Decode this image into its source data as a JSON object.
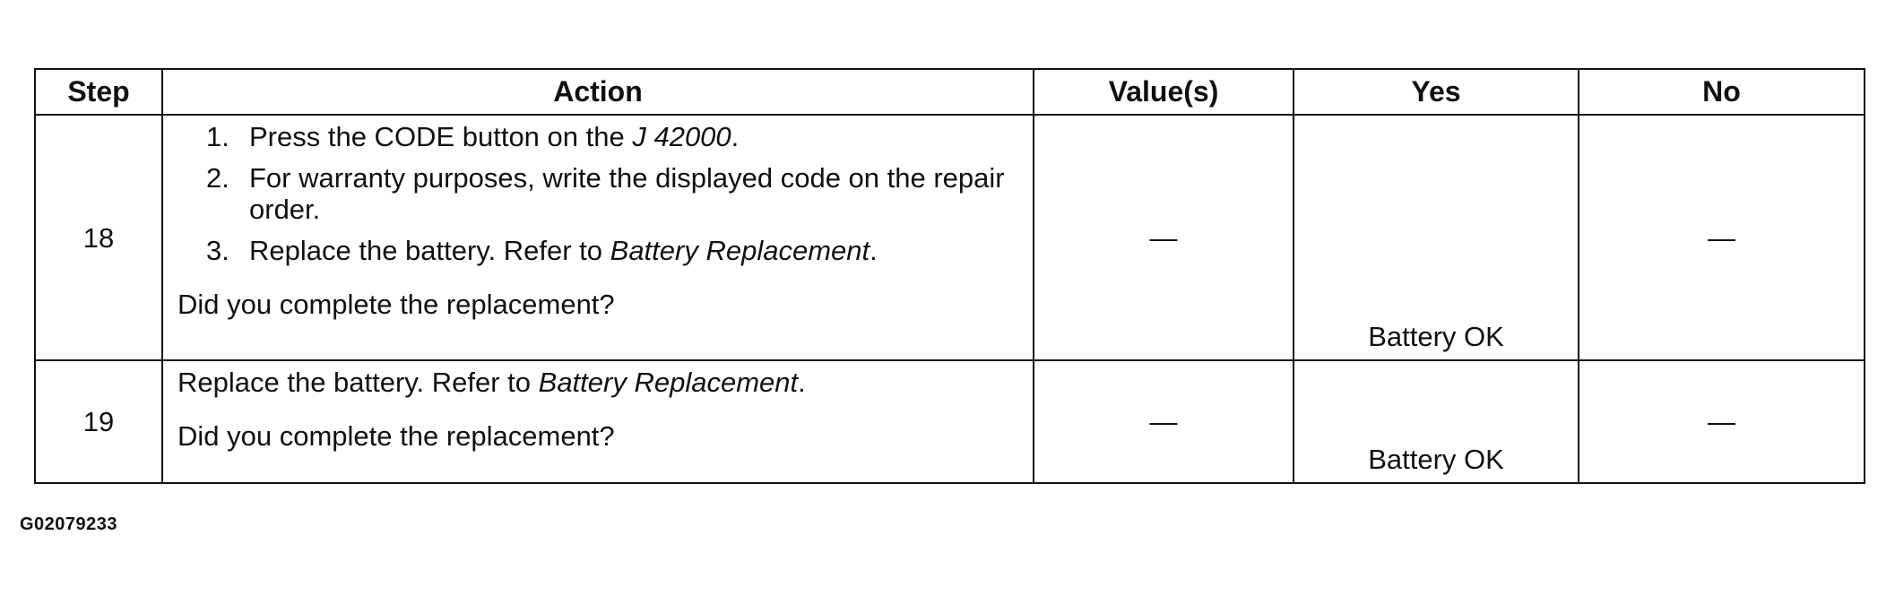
{
  "table": {
    "headers": {
      "step": "Step",
      "action": "Action",
      "values": "Value(s)",
      "yes": "Yes",
      "no": "No"
    },
    "rows": [
      {
        "step": "18",
        "action_items": [
          {
            "num": "1.",
            "text": "Press the CODE button on the ",
            "italic": "J 42000",
            "suffix": "."
          },
          {
            "num": "2.",
            "text": "For warranty purposes, write the displayed code on the repair order.",
            "italic": "",
            "suffix": ""
          },
          {
            "num": "3.",
            "text": "Replace the battery. Refer to ",
            "italic": "Battery Replacement",
            "suffix": "."
          }
        ],
        "question": "Did you complete the replacement?",
        "values": "—",
        "yes": "Battery OK",
        "no": "—"
      },
      {
        "step": "19",
        "action_text": "Replace the battery. Refer to ",
        "action_italic": "Battery Replacement",
        "action_suffix": ".",
        "question": "Did you complete the replacement?",
        "values": "—",
        "yes": "Battery OK",
        "no": "—"
      }
    ]
  },
  "figure_id": "G02079233"
}
